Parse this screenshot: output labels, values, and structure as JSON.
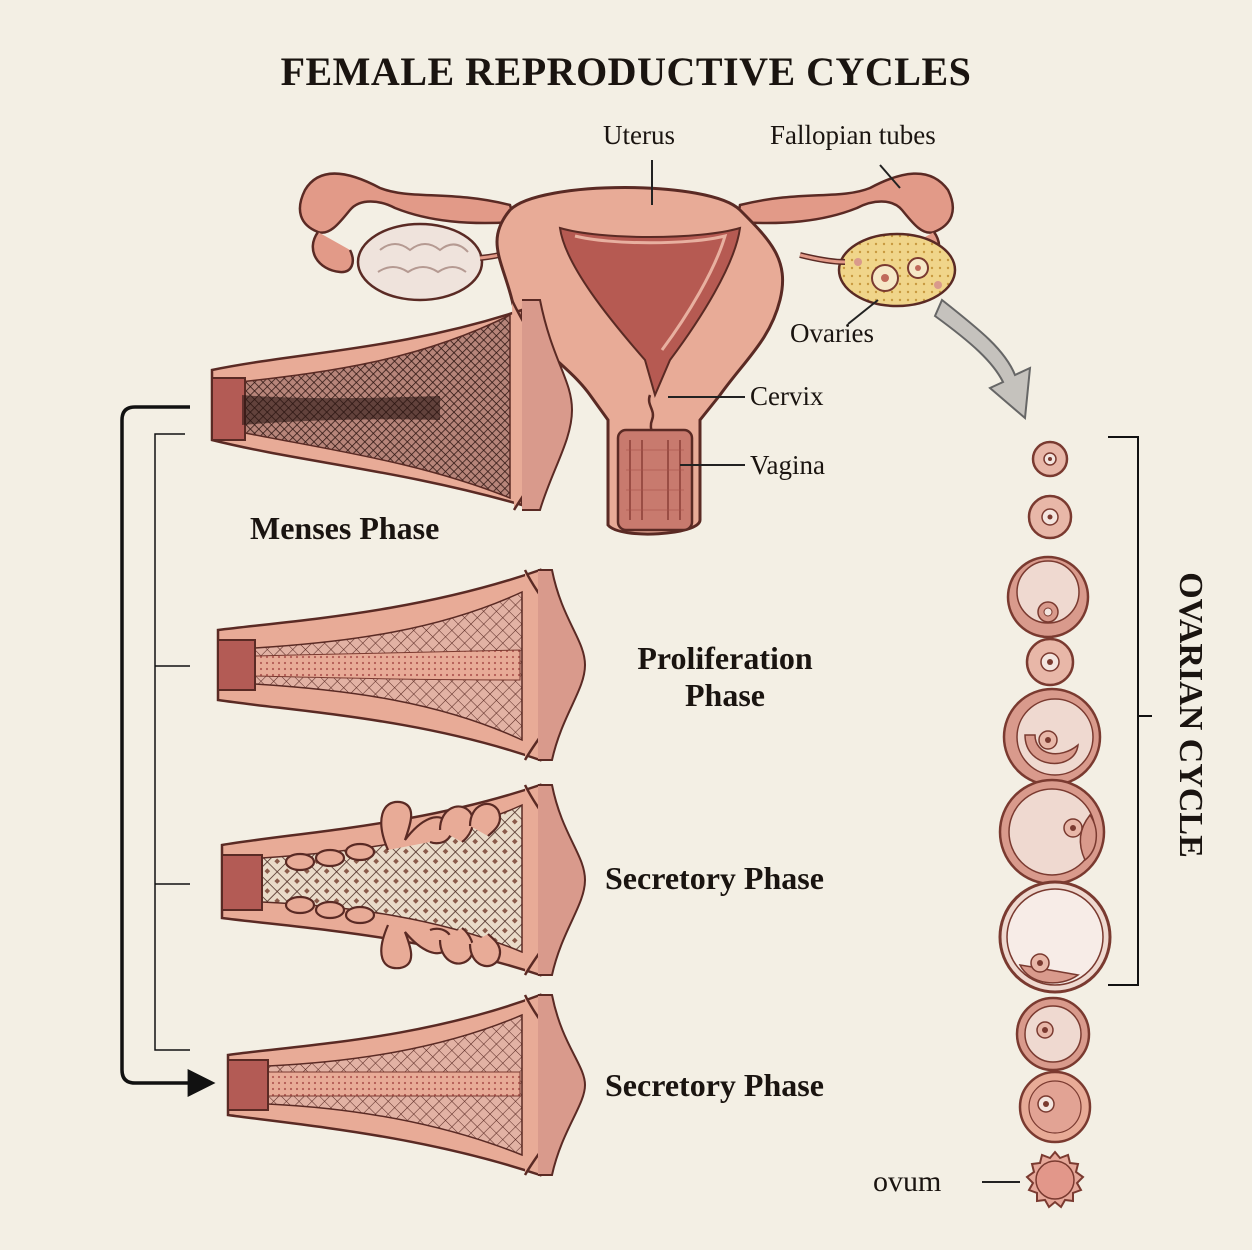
{
  "title": "FEMALE REPRODUCTIVE CYCLES",
  "anatomy_labels": {
    "uterus": "Uterus",
    "fallopian_tubes": "Fallopian tubes",
    "ovaries": "Ovaries",
    "cervix": "Cervix",
    "vagina": "Vagina"
  },
  "phases": [
    {
      "label": "Menses Phase"
    },
    {
      "label_line1": "Proliferation",
      "label_line2": "Phase"
    },
    {
      "label": "Secretory Phase"
    },
    {
      "label": "Secretory Phase"
    }
  ],
  "ovarian_cycle_label": "OVARIAN CYCLE",
  "ovum_label": "ovum",
  "colors": {
    "background": "#f3efe4",
    "tissue": "#e8ab97",
    "tissue_dark": "#a9524a",
    "endometrium": "#d99a8c",
    "outline": "#5a2a24"
  }
}
